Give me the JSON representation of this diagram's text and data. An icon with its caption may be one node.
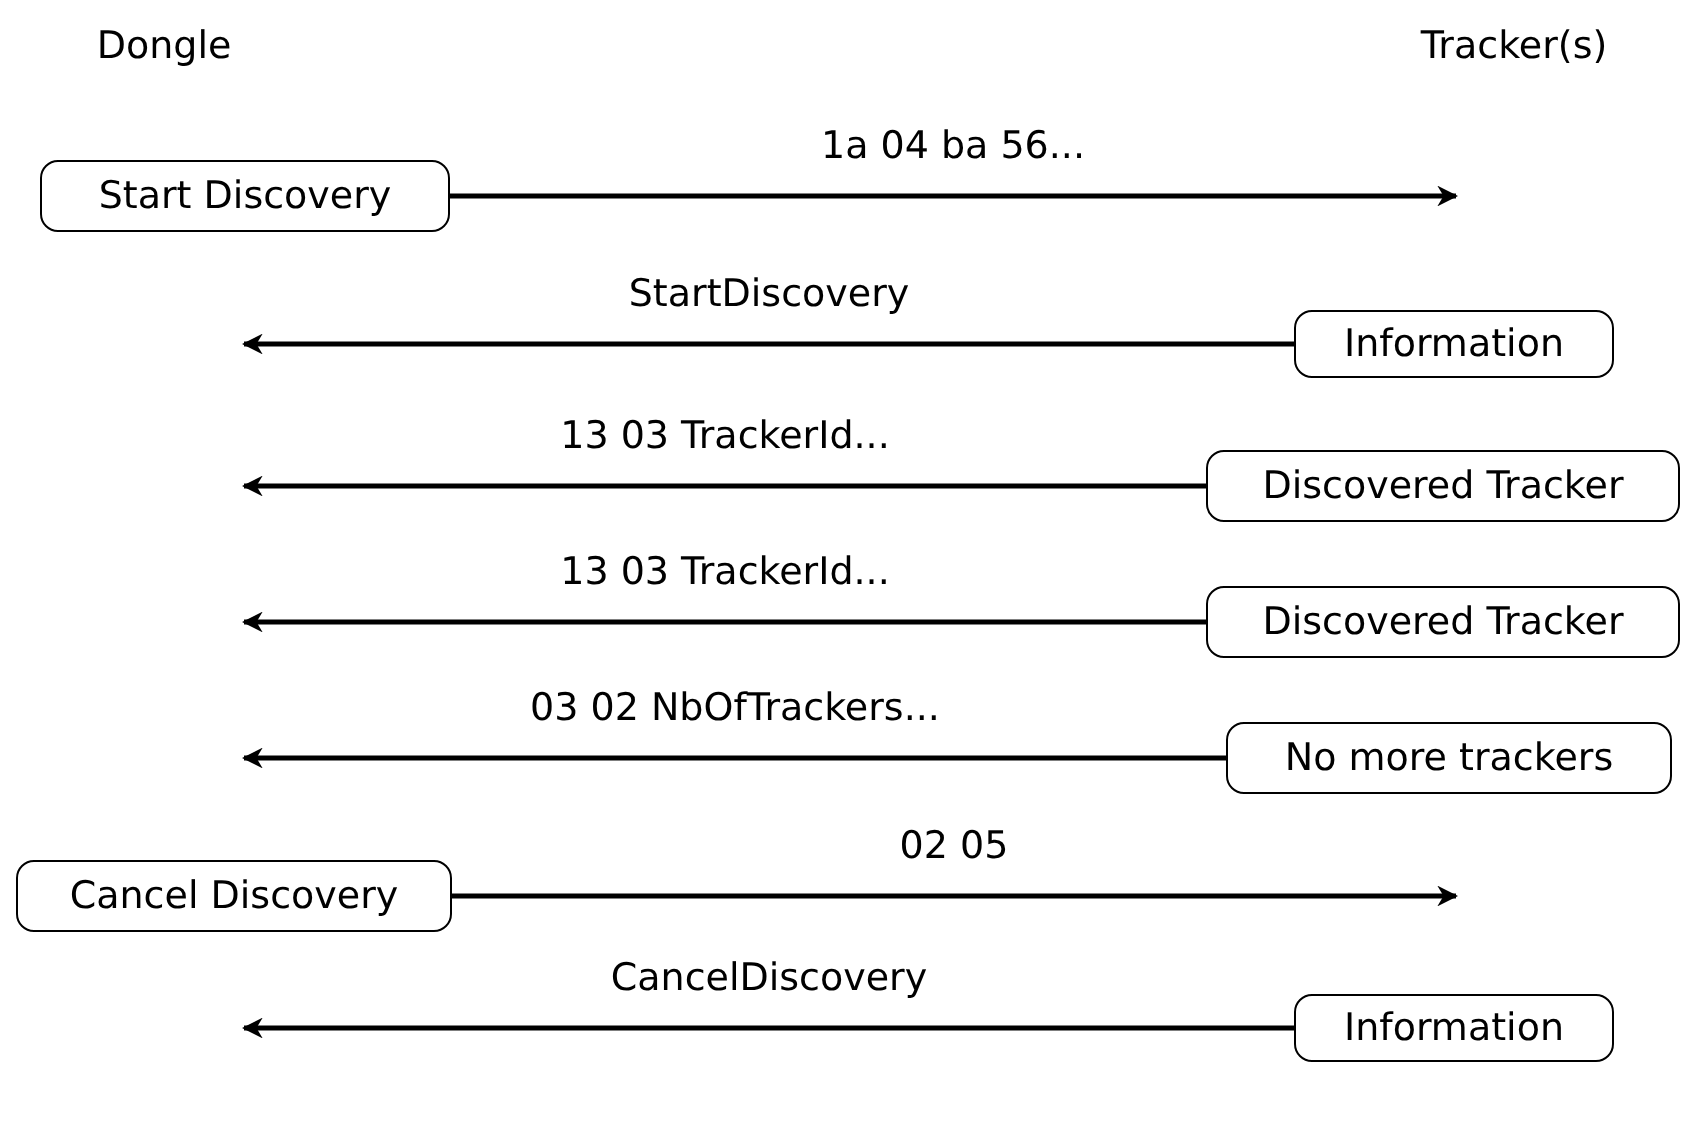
{
  "diagram": {
    "nodes": [
      {
        "text": [
          "Start Discovery"
        ]
      },
      {
        "text": [
          "Information"
        ]
      },
      {
        "text": [
          "Discovered Tracker"
        ]
      },
      {
        "text": [
          "Discovered Tracker"
        ]
      },
      {
        "text": [
          "No more trackers"
        ]
      },
      {
        "text": [
          "Cancel Discovery"
        ]
      },
      {
        "text": [
          "Information"
        ]
      }
    ],
    "edges": [
      {
        "from": 0,
        "to": null,
        "arrow": "to",
        "label": "1a 04 ba 56..."
      },
      {
        "from": 1,
        "to": null,
        "arrow": "to",
        "label": "StartDiscovery"
      },
      {
        "from": 2,
        "to": null,
        "arrow": "to",
        "label": "13 03 TrackerId..."
      },
      {
        "from": 3,
        "to": null,
        "arrow": "to",
        "label": "13 03 TrackerId..."
      },
      {
        "from": 4,
        "to": null,
        "arrow": "to",
        "label": "03 02 NbOfTrackers..."
      },
      {
        "from": 5,
        "to": null,
        "arrow": "to",
        "label": "02 05"
      },
      {
        "from": 6,
        "to": null,
        "arrow": "to",
        "label": "CancelDiscovery"
      }
    ],
    "labels": [
      "Dongle",
      "Tracker(s)"
    ]
  }
}
